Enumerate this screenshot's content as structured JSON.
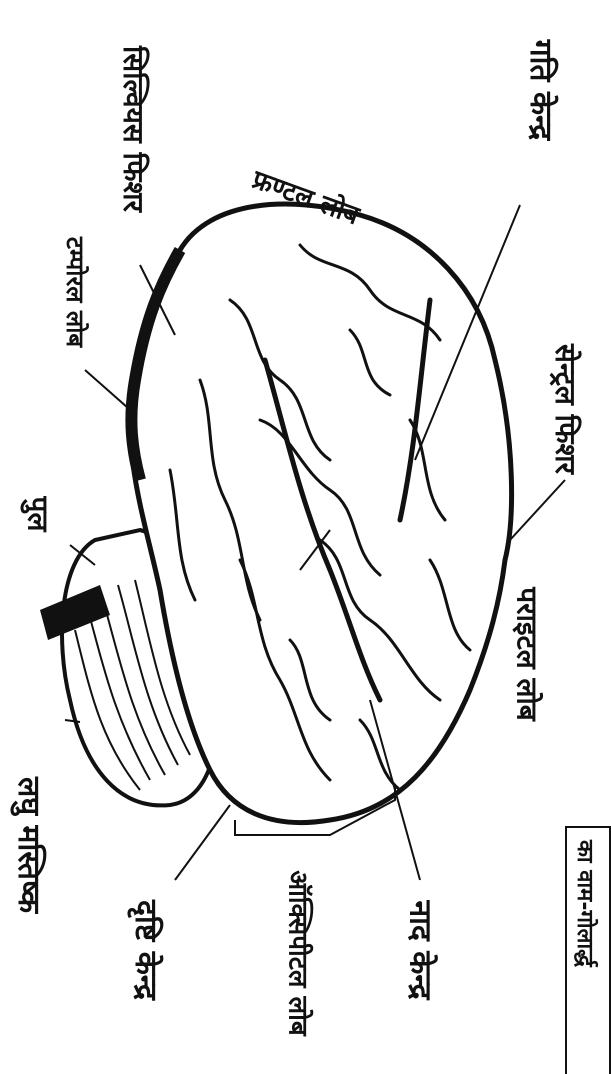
{
  "figure": {
    "labels": {
      "gati_kendra": "गति केन्द्र",
      "sylvian_fissure": "सिल्वियस फिशर",
      "frontal_lobe": "फ्रण्टल लोब",
      "temporal_lobe": "टम्पोरल लोब",
      "central_fissure": "सेन्ट्रल फिशर",
      "pons": "पुल",
      "parietal_lobe": "पराइटल लोब",
      "cerebellum": "लघु मस्तिष्क",
      "occipital_lobe": "ऑक्सिपीटल लोब",
      "speech_centre": "नाद केन्द्र",
      "sight_centre": "दृष्टि केन्द्र"
    },
    "caption": "का वाम-गोलार्द्ध"
  },
  "colors": {
    "ink": "#111111",
    "paper": "#ffffff"
  }
}
